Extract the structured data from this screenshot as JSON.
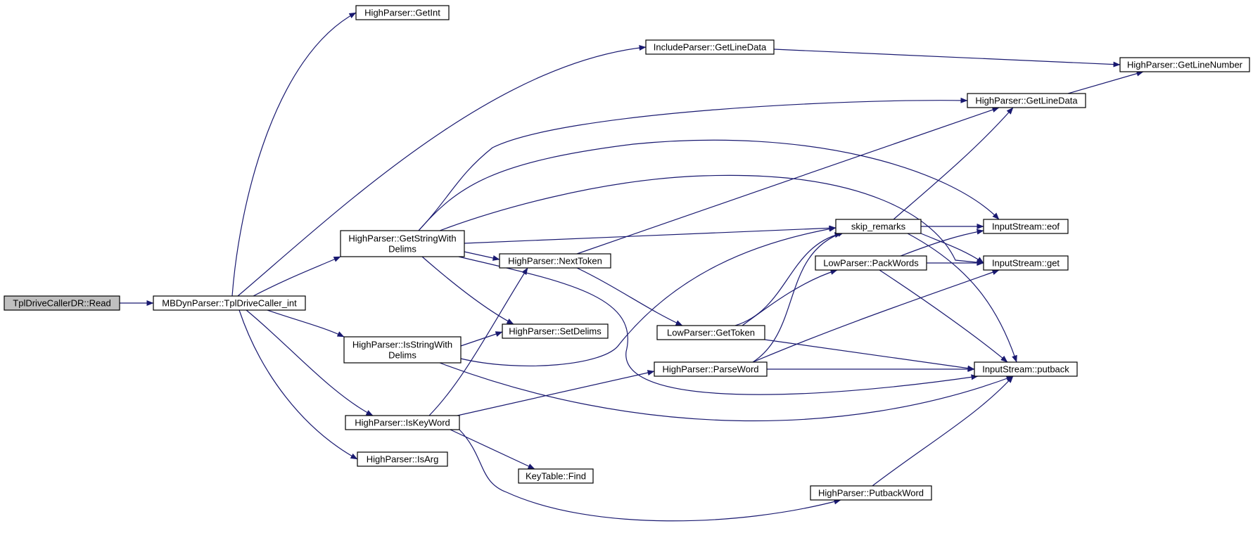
{
  "colors": {
    "edge": "#191970",
    "node_fill": "#ffffff",
    "root_fill": "#bfbfbf",
    "border": "#000000"
  },
  "nodes": [
    {
      "id": "read",
      "lines": [
        "TplDriveCallerDR::Read"
      ],
      "root": true
    },
    {
      "id": "tpl_int",
      "lines": [
        "MBDynParser::TplDriveCaller_int"
      ]
    },
    {
      "id": "getint",
      "lines": [
        "HighParser::GetInt"
      ]
    },
    {
      "id": "inc_getlinedata",
      "lines": [
        "IncludeParser::GetLineData"
      ]
    },
    {
      "id": "getlinenumber",
      "lines": [
        "HighParser::GetLineNumber"
      ]
    },
    {
      "id": "hp_getlinedata",
      "lines": [
        "HighParser::GetLineData"
      ]
    },
    {
      "id": "getstringwithdelims",
      "lines": [
        "HighParser::GetStringWith",
        "Delims"
      ]
    },
    {
      "id": "isstringwithdelims",
      "lines": [
        "HighParser::IsStringWith",
        "Delims"
      ]
    },
    {
      "id": "iskeyword",
      "lines": [
        "HighParser::IsKeyWord"
      ]
    },
    {
      "id": "isarg",
      "lines": [
        "HighParser::IsArg"
      ]
    },
    {
      "id": "nexttoken",
      "lines": [
        "HighParser::NextToken"
      ]
    },
    {
      "id": "setdelims",
      "lines": [
        "HighParser::SetDelims"
      ]
    },
    {
      "id": "find",
      "lines": [
        "KeyTable::Find"
      ]
    },
    {
      "id": "skip_remarks",
      "lines": [
        "skip_remarks"
      ]
    },
    {
      "id": "packwords",
      "lines": [
        "LowParser::PackWords"
      ]
    },
    {
      "id": "gettoken",
      "lines": [
        "LowParser::GetToken"
      ]
    },
    {
      "id": "parseword",
      "lines": [
        "HighParser::ParseWord"
      ]
    },
    {
      "id": "putbackword",
      "lines": [
        "HighParser::PutbackWord"
      ]
    },
    {
      "id": "eof",
      "lines": [
        "InputStream::eof"
      ]
    },
    {
      "id": "get",
      "lines": [
        "InputStream::get"
      ]
    },
    {
      "id": "putback",
      "lines": [
        "InputStream::putback"
      ]
    }
  ],
  "edges": [
    {
      "from": "read",
      "to": "tpl_int"
    },
    {
      "from": "tpl_int",
      "to": "getint"
    },
    {
      "from": "tpl_int",
      "to": "inc_getlinedata"
    },
    {
      "from": "tpl_int",
      "to": "getstringwithdelims"
    },
    {
      "from": "tpl_int",
      "to": "isstringwithdelims"
    },
    {
      "from": "tpl_int",
      "to": "iskeyword"
    },
    {
      "from": "tpl_int",
      "to": "isarg"
    },
    {
      "from": "inc_getlinedata",
      "to": "getlinenumber"
    },
    {
      "from": "hp_getlinedata",
      "to": "getlinenumber"
    },
    {
      "from": "getstringwithdelims",
      "to": "hp_getlinedata"
    },
    {
      "from": "getstringwithdelims",
      "to": "eof"
    },
    {
      "from": "getstringwithdelims",
      "to": "get"
    },
    {
      "from": "getstringwithdelims",
      "to": "skip_remarks"
    },
    {
      "from": "getstringwithdelims",
      "to": "nexttoken"
    },
    {
      "from": "getstringwithdelims",
      "to": "setdelims"
    },
    {
      "from": "getstringwithdelims",
      "to": "putback"
    },
    {
      "from": "isstringwithdelims",
      "to": "setdelims"
    },
    {
      "from": "isstringwithdelims",
      "to": "skip_remarks"
    },
    {
      "from": "isstringwithdelims",
      "to": "putback"
    },
    {
      "from": "iskeyword",
      "to": "nexttoken"
    },
    {
      "from": "iskeyword",
      "to": "parseword"
    },
    {
      "from": "iskeyword",
      "to": "find"
    },
    {
      "from": "iskeyword",
      "to": "putbackword"
    },
    {
      "from": "nexttoken",
      "to": "hp_getlinedata"
    },
    {
      "from": "nexttoken",
      "to": "gettoken"
    },
    {
      "from": "skip_remarks",
      "to": "hp_getlinedata"
    },
    {
      "from": "skip_remarks",
      "to": "eof"
    },
    {
      "from": "skip_remarks",
      "to": "get"
    },
    {
      "from": "skip_remarks",
      "to": "putback"
    },
    {
      "from": "gettoken",
      "to": "skip_remarks"
    },
    {
      "from": "gettoken",
      "to": "packwords"
    },
    {
      "from": "gettoken",
      "to": "putback"
    },
    {
      "from": "packwords",
      "to": "eof"
    },
    {
      "from": "packwords",
      "to": "get"
    },
    {
      "from": "packwords",
      "to": "putback"
    },
    {
      "from": "parseword",
      "to": "skip_remarks"
    },
    {
      "from": "parseword",
      "to": "get"
    },
    {
      "from": "parseword",
      "to": "putback"
    },
    {
      "from": "putbackword",
      "to": "putback"
    }
  ]
}
